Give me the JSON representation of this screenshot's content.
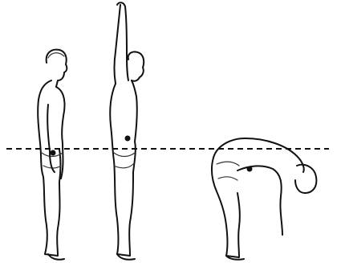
{
  "figures": [
    {
      "pose": "standing-arms-down",
      "center_of_mass_marker": "dot"
    },
    {
      "pose": "standing-arm-raised",
      "center_of_mass_marker": "dot"
    },
    {
      "pose": "bent-forward",
      "center_of_mass_marker": "dot"
    }
  ],
  "reference_line": {
    "style": "dashed",
    "color": "#111111"
  },
  "colors": {
    "background": "#ffffff",
    "ink": "#111111"
  }
}
